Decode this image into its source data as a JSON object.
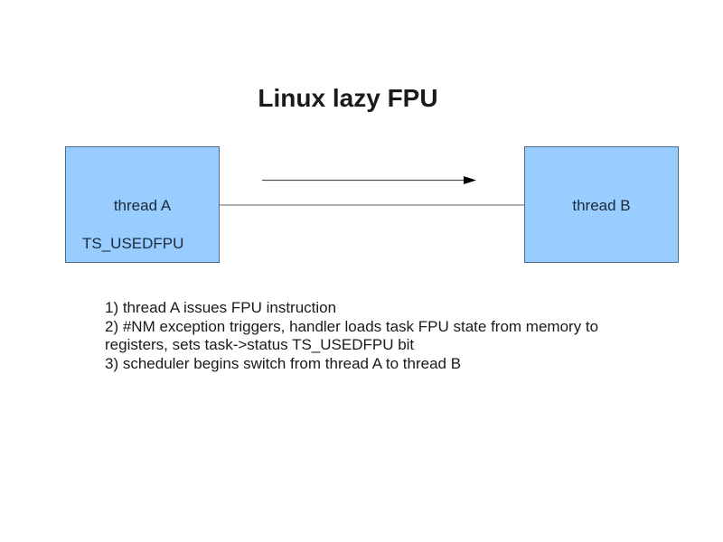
{
  "title": "Linux lazy FPU",
  "colors": {
    "box_fill": "#99ccff",
    "box_border": "#4a6a8a",
    "connector": "#808080",
    "arrow": "#000000"
  },
  "boxes": {
    "thread_a": {
      "label": "thread A",
      "flag": "TS_USEDFPU"
    },
    "thread_b": {
      "label": "thread B"
    }
  },
  "arrow": {
    "direction": "right",
    "from": "thread A",
    "to": "thread B"
  },
  "notes": [
    "1) thread A issues FPU instruction",
    "2) #NM exception triggers, handler loads task FPU state from memory to",
    "registers, sets task->status TS_USEDFPU bit",
    "3) scheduler begins switch from thread A to thread B"
  ]
}
